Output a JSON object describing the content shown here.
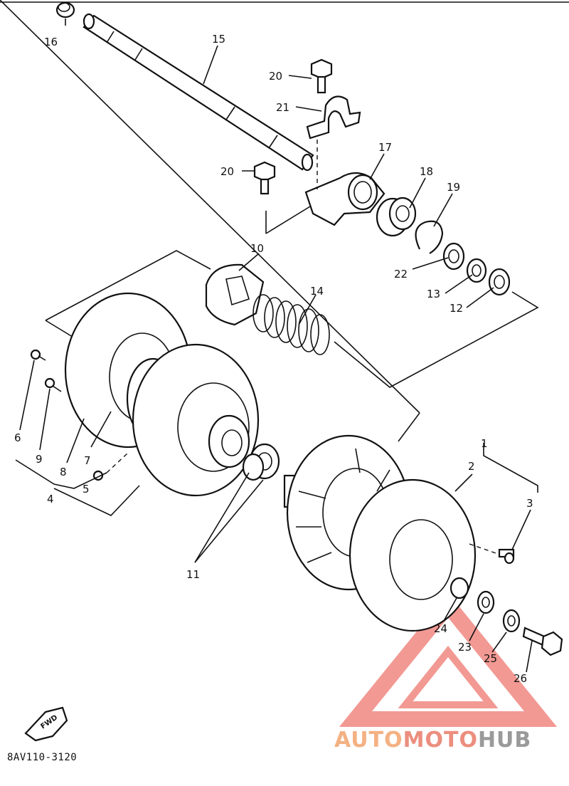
{
  "diagram": {
    "callouts": [
      {
        "id": "c1",
        "label": "1"
      },
      {
        "id": "c2",
        "label": "2"
      },
      {
        "id": "c3",
        "label": "3"
      },
      {
        "id": "c4",
        "label": "4"
      },
      {
        "id": "c5",
        "label": "5"
      },
      {
        "id": "c6",
        "label": "6"
      },
      {
        "id": "c7",
        "label": "7"
      },
      {
        "id": "c8",
        "label": "8"
      },
      {
        "id": "c9",
        "label": "9"
      },
      {
        "id": "c10",
        "label": "10"
      },
      {
        "id": "c11",
        "label": "11"
      },
      {
        "id": "c12",
        "label": "12"
      },
      {
        "id": "c13",
        "label": "13"
      },
      {
        "id": "c14",
        "label": "14"
      },
      {
        "id": "c15",
        "label": "15"
      },
      {
        "id": "c16",
        "label": "16"
      },
      {
        "id": "c17",
        "label": "17"
      },
      {
        "id": "c18",
        "label": "18"
      },
      {
        "id": "c19",
        "label": "19"
      },
      {
        "id": "c20a",
        "label": "20"
      },
      {
        "id": "c20b",
        "label": "20"
      },
      {
        "id": "c21",
        "label": "21"
      },
      {
        "id": "c22",
        "label": "22"
      },
      {
        "id": "c23",
        "label": "23"
      },
      {
        "id": "c24",
        "label": "24"
      },
      {
        "id": "c25",
        "label": "25"
      },
      {
        "id": "c26",
        "label": "26"
      }
    ],
    "fwd_label": "FWD",
    "drawing_code": "8AV110-3120"
  },
  "watermark": {
    "part1": "AUTO",
    "part2": "MOTO",
    "part3": "HUB",
    "colors": {
      "auto": "#f4b183",
      "moto": "#ec8e7e",
      "hub": "#9a9a9a",
      "triangle": "#e8463c"
    }
  }
}
